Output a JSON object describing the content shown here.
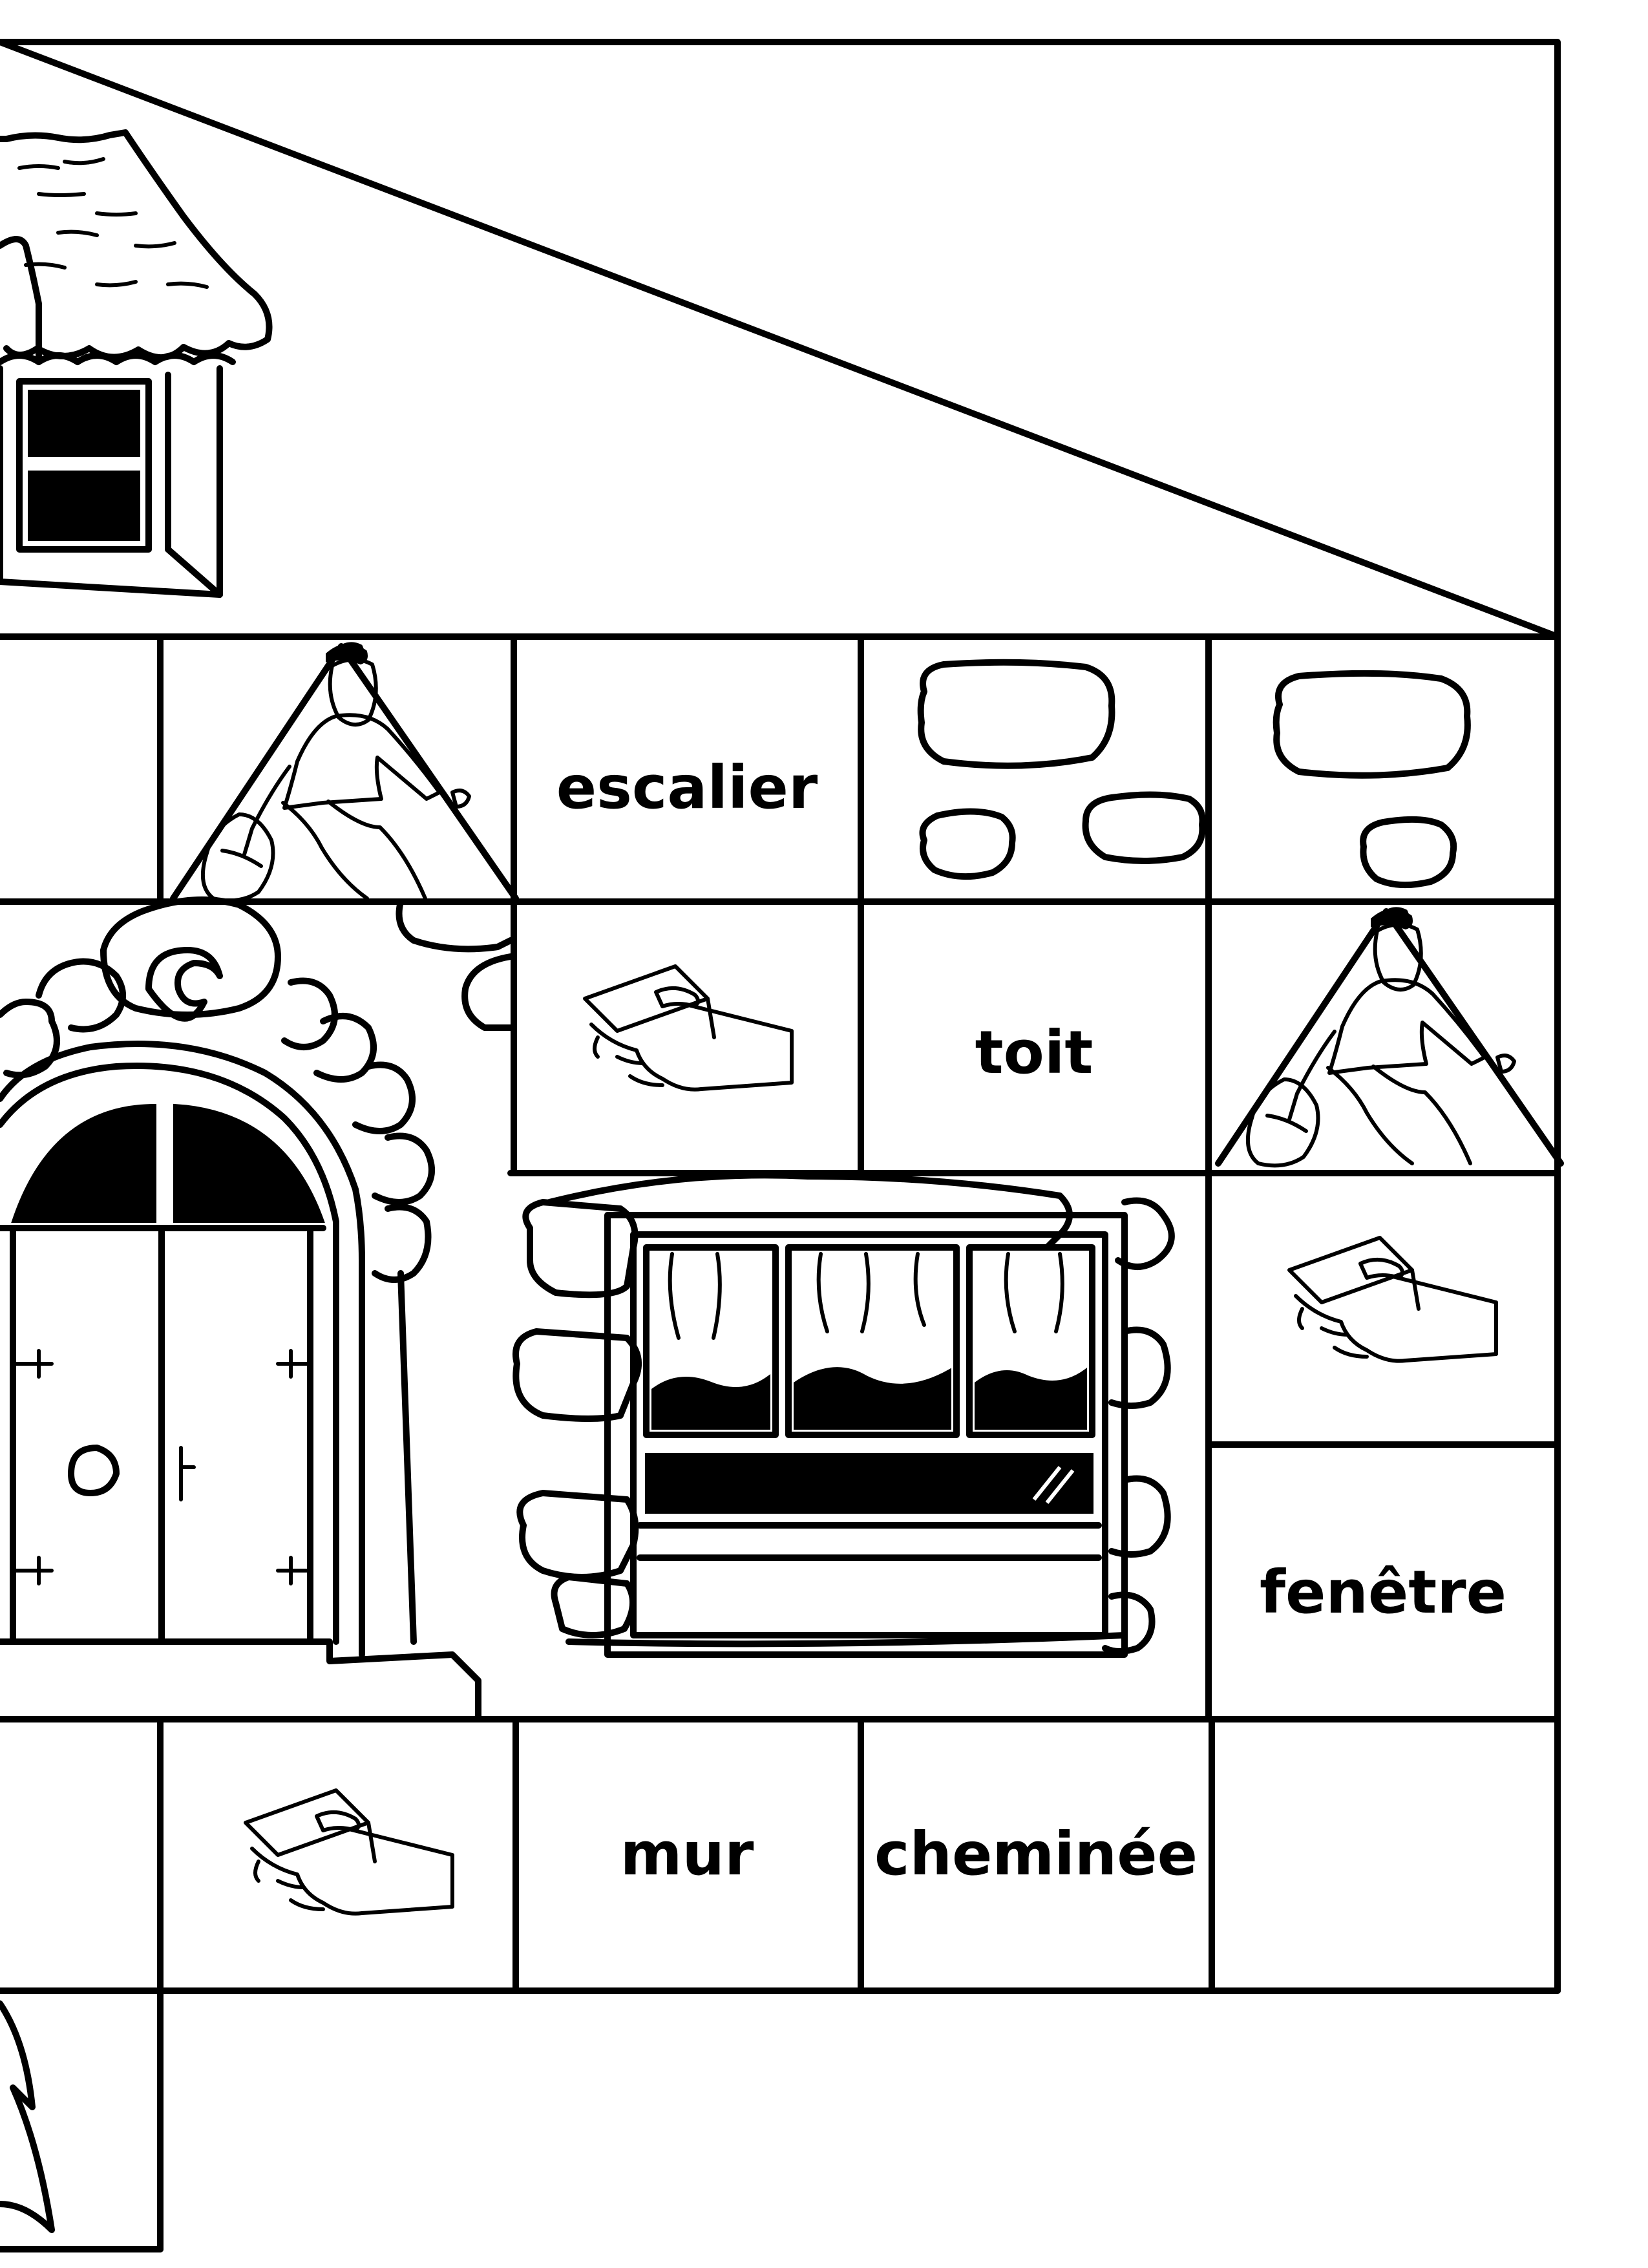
{
  "words": {
    "escalier": "escalier",
    "toit": "toit",
    "fenetre": "fenêtre",
    "mur": "mur",
    "cheminee": "cheminée"
  },
  "icons": {
    "walking_man": "walking-man-with-bag-icon",
    "hand_card": "hand-holding-card-icon",
    "stones": "stones-icon",
    "house": "house-roof-icon",
    "door": "arched-door-icon",
    "window": "window-icon"
  },
  "colors": {
    "ink": "#000000",
    "paper": "#ffffff"
  }
}
